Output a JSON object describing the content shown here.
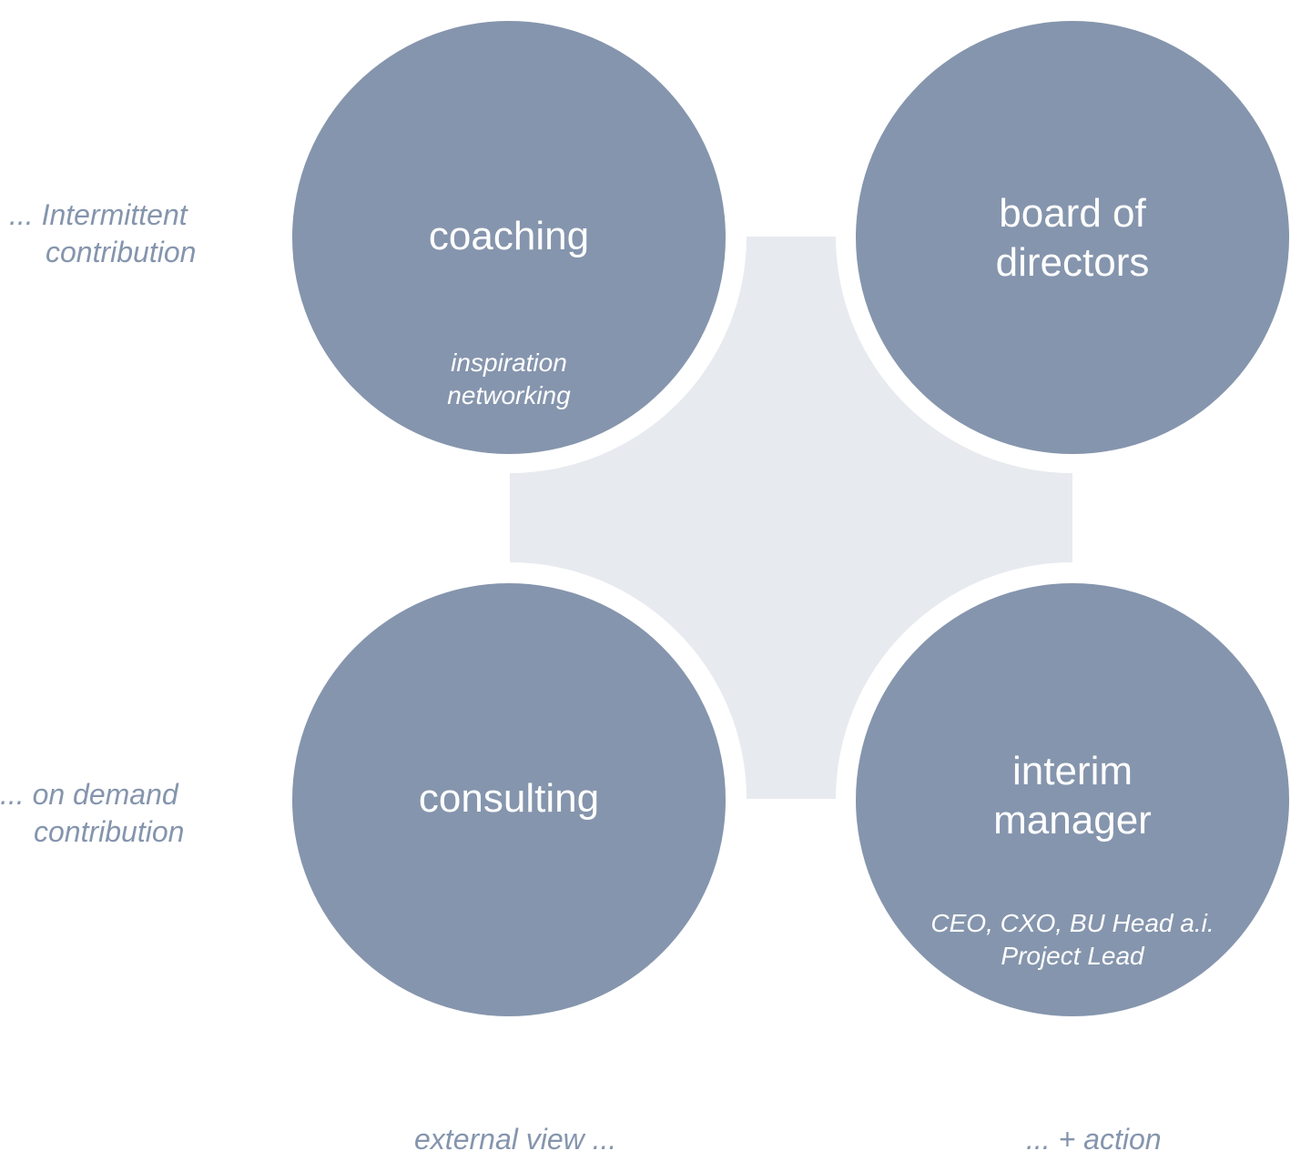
{
  "colors": {
    "circle_fill": "#8595ad",
    "center_fill": "#e7eaef",
    "label_text": "#8595ad",
    "circle_text": "#ffffff"
  },
  "circles": {
    "coaching": {
      "title": "coaching",
      "subtitle": "inspiration\nnetworking"
    },
    "board": {
      "title": "board of\ndirectors"
    },
    "consulting": {
      "title": "consulting"
    },
    "interim": {
      "title": "interim\nmanager",
      "subtitle": "CEO, CXO, BU Head a.i.\nProject Lead"
    }
  },
  "side_labels": {
    "intermittent": {
      "line1": "... Intermittent",
      "line2": "contribution"
    },
    "on_demand": {
      "line1": "... on demand",
      "line2": "contribution"
    }
  },
  "bottom_labels": {
    "external_view": "external view ...",
    "action": "... + action"
  }
}
